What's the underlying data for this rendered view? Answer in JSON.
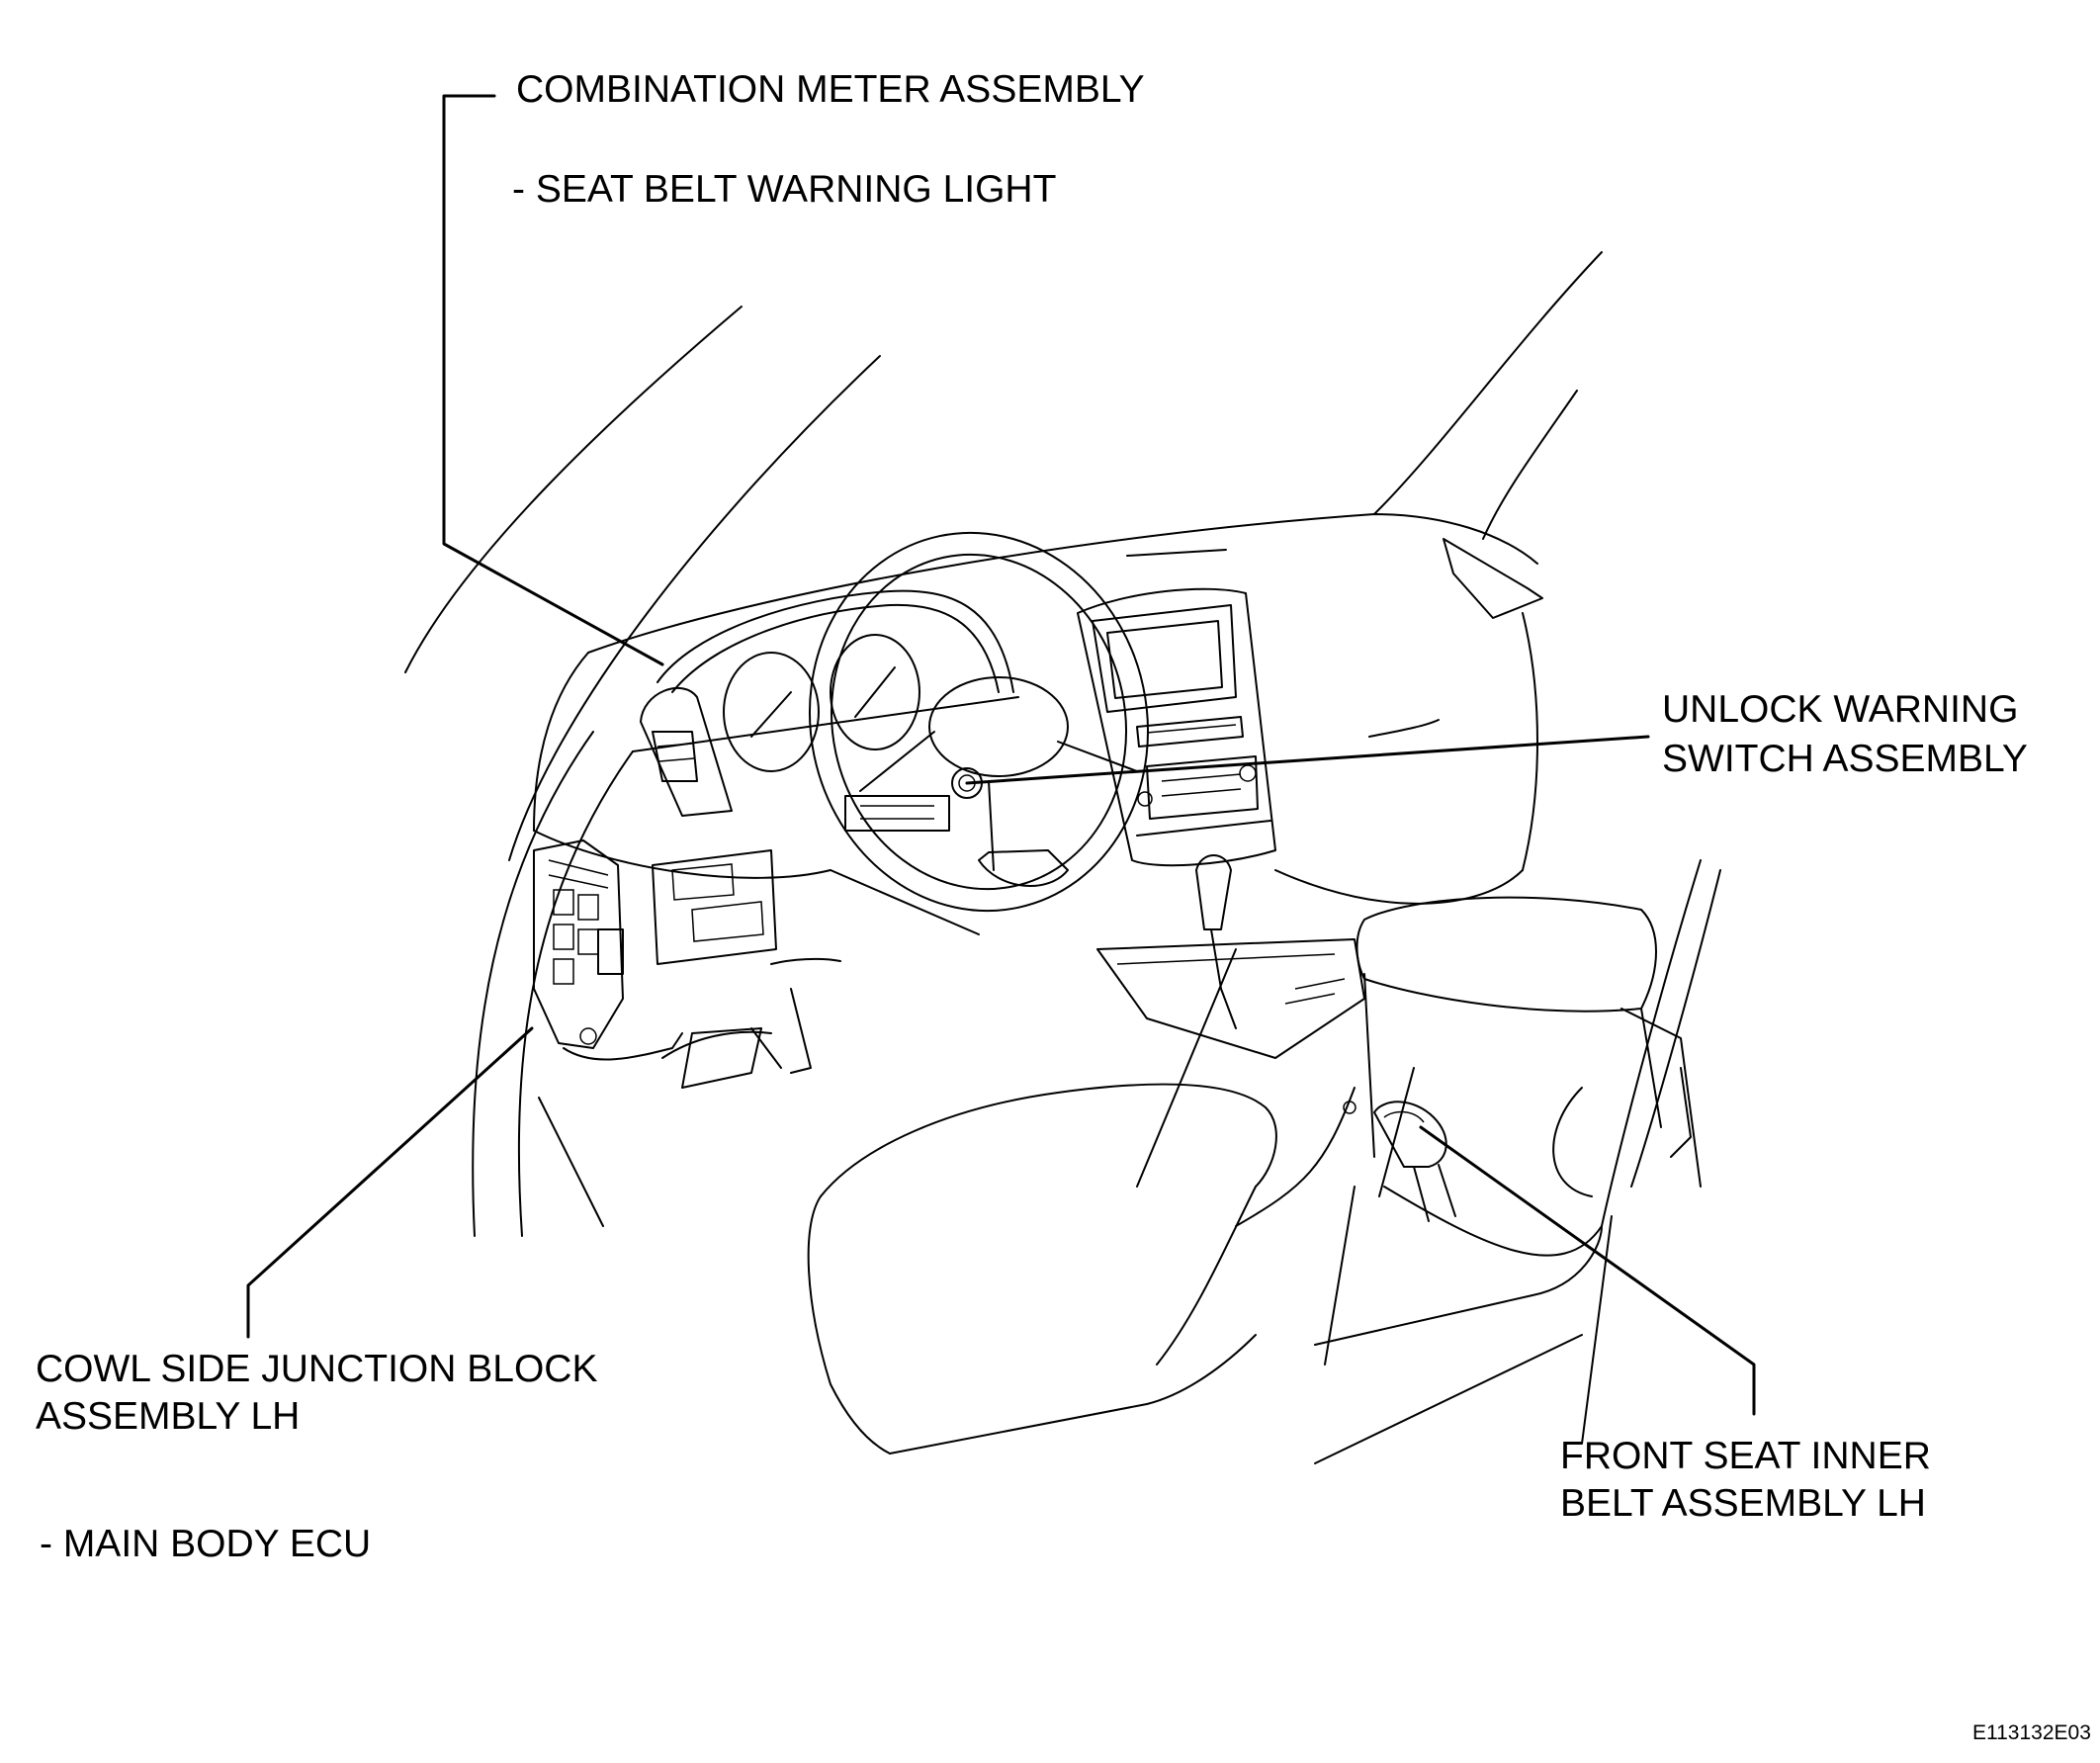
{
  "labels": {
    "combination_meter": "COMBINATION METER ASSEMBLY",
    "seat_belt_warning_light": "- SEAT BELT WARNING LIGHT",
    "unlock_warning_line1": "UNLOCK WARNING",
    "unlock_warning_line2": "SWITCH ASSEMBLY",
    "cowl_side_line1": "COWL SIDE JUNCTION BLOCK",
    "cowl_side_line2": "ASSEMBLY LH",
    "main_body_ecu": "- MAIN BODY ECU",
    "front_seat_line1": "FRONT SEAT INNER",
    "front_seat_line2": "BELT ASSEMBLY LH"
  },
  "figure_code": "E113132E03"
}
